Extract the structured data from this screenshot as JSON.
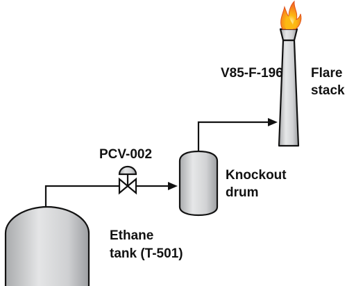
{
  "labels": {
    "flare_tag": "V85-F-196",
    "flare_line1": "Flare",
    "flare_line2": "stack",
    "valve_tag": "PCV-002",
    "drum_line1": "Knockout",
    "drum_line2": "drum",
    "tank_line1": "Ethane",
    "tank_line2": "tank (T-501)"
  },
  "colors": {
    "equipment_fill_light": "#e6e7e8",
    "equipment_fill_mid": "#c9cacc",
    "equipment_fill_dark": "#a9abad",
    "line": "#111111",
    "flame_outer": "#f26522",
    "flame_inner": "#fdb913"
  },
  "icons": {
    "valve": "control-valve-icon",
    "flame": "flame-icon",
    "arrow": "flow-arrow-icon"
  }
}
